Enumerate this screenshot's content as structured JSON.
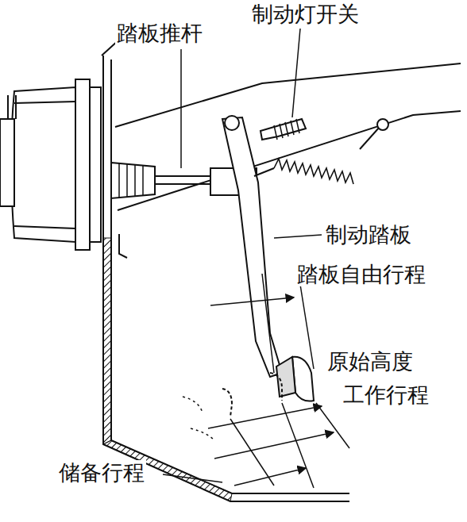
{
  "diagram": {
    "labels": [
      "踏板推杆",
      "制动灯开关",
      "制动踏板",
      "踏板自由行程",
      "原始高度",
      "工作行程",
      "储备行程"
    ]
  }
}
